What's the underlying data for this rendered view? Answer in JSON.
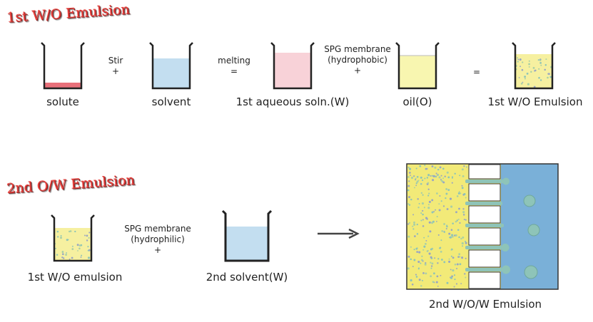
{
  "section1": {
    "title": "1st W/O Emulsion",
    "labels": {
      "solute": "solute",
      "solvent": "solvent",
      "aqueous": "1st aqueous soln.(W)",
      "oil": "oil(O)",
      "emulsion": "1st W/O Emulsion"
    },
    "ops": {
      "stir": "Stir",
      "plus1": "+",
      "melting": "melting",
      "equals1": "=",
      "membrane_line1": "SPG membrane",
      "membrane_line2": "(hydrophobic)",
      "plus2": "+",
      "equals2": "="
    }
  },
  "section2": {
    "title": "2nd O/W Emulsion",
    "labels": {
      "w_o_emulsion": "1st W/O emulsion",
      "second_solvent": "2nd solvent(W)",
      "result": "2nd W/O/W Emulsion"
    },
    "ops": {
      "membrane_line1": "SPG membrane",
      "membrane_line2": "(hydrophilic)",
      "plus": "+"
    }
  },
  "colors": {
    "title_red": "#e8403c",
    "solute_red": "#e8707a",
    "solvent_blue": "#c3def0",
    "aqueous_pink": "#f8d2d8",
    "oil_yellow": "#f8f6b0",
    "emulsion_yellow": "#f6f0a0",
    "droplet_teal": "#8ec4b8",
    "oil_phase_yellow": "#f2ea78",
    "water_phase_blue": "#7ab0d8"
  }
}
